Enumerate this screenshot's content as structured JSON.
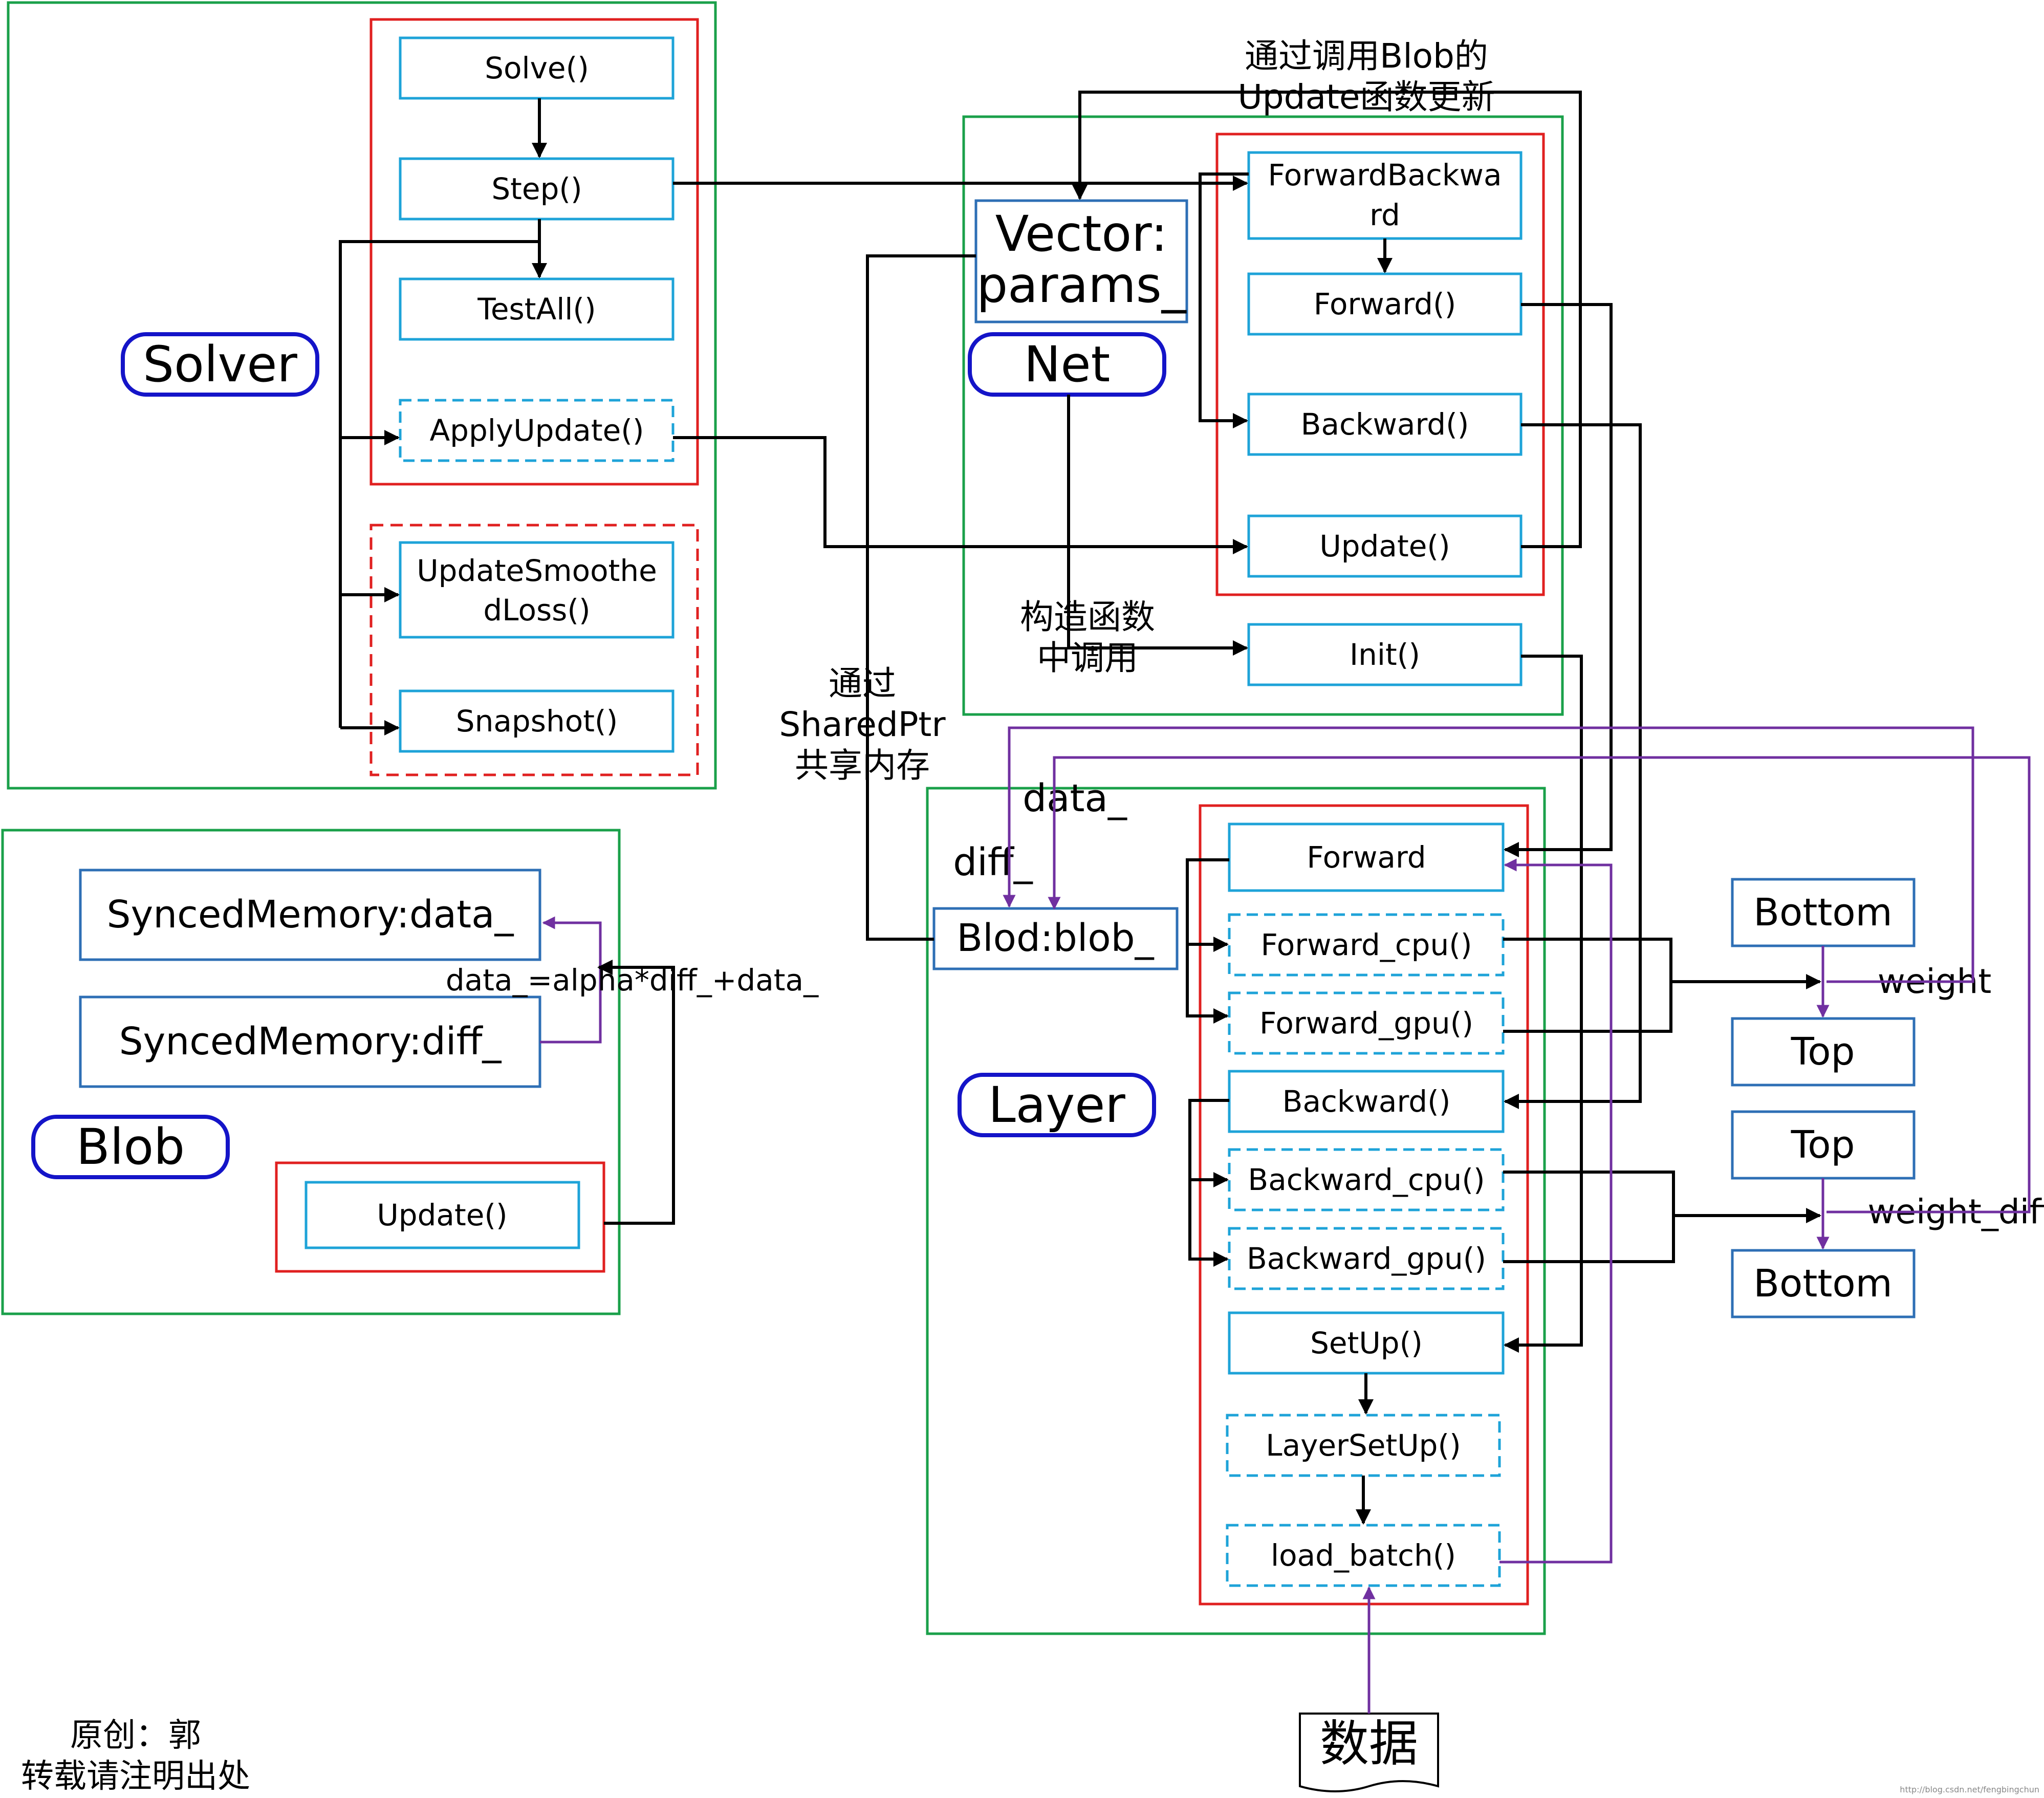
{
  "colors": {
    "green": "#1aa04a",
    "red": "#e02020",
    "cyan": "#1ea3d8",
    "steel": "#2e6fb5",
    "navy": "#1414c8",
    "purple": "#7030a0",
    "black": "#000000"
  },
  "solver": {
    "title": "Solver",
    "solve": "Solve()",
    "step": "Step()",
    "test_all": "TestAll()",
    "apply_update": "ApplyUpdate()",
    "update_smoothed_loss_1": "UpdateSmoothe",
    "update_smoothed_loss_2": "dLoss()",
    "snapshot": "Snapshot()"
  },
  "net": {
    "title": "Net",
    "params_1": "Vector:",
    "params_2": "params_",
    "forward_backward_1": "ForwardBackwa",
    "forward_backward_2": "rd",
    "forward": "Forward()",
    "backward": "Backward()",
    "update": "Update()",
    "init": "Init()"
  },
  "blob": {
    "title": "Blob",
    "data_mem": "SyncedMemory:data_",
    "diff_mem": "SyncedMemory:diff_",
    "update": "Update()",
    "formula": "data_=alpha*diff_+data_"
  },
  "layer": {
    "title": "Layer",
    "blob": "Blod:blob_",
    "forward": "Forward",
    "forward_cpu": "Forward_cpu()",
    "forward_gpu": "Forward_gpu()",
    "backward": "Backward()",
    "backward_cpu": "Backward_cpu()",
    "backward_gpu": "Backward_gpu()",
    "setup": "SetUp()",
    "layer_setup": "LayerSetUp()",
    "load_batch": "load_batch()"
  },
  "side": {
    "bottom_1": "Bottom",
    "top_1": "Top",
    "weight": "weight",
    "top_2": "Top",
    "bottom_2": "Bottom",
    "weight_diff": "weight_diff"
  },
  "labels": {
    "blob_update_1": "通过调用Blob的",
    "blob_update_2": "Update函数更新",
    "ctor_1": "构造函数",
    "ctor_2": "中调用",
    "shared_1": "通过",
    "shared_2": "SharedPtr",
    "shared_3": "共享内存",
    "data_": "data_",
    "diff_": "diff_",
    "data_source": "数据"
  },
  "credits": {
    "line_1": "原创：郭",
    "line_2": "转载请注明出处",
    "watermark": "http://blog.csdn.net/fengbingchun"
  }
}
